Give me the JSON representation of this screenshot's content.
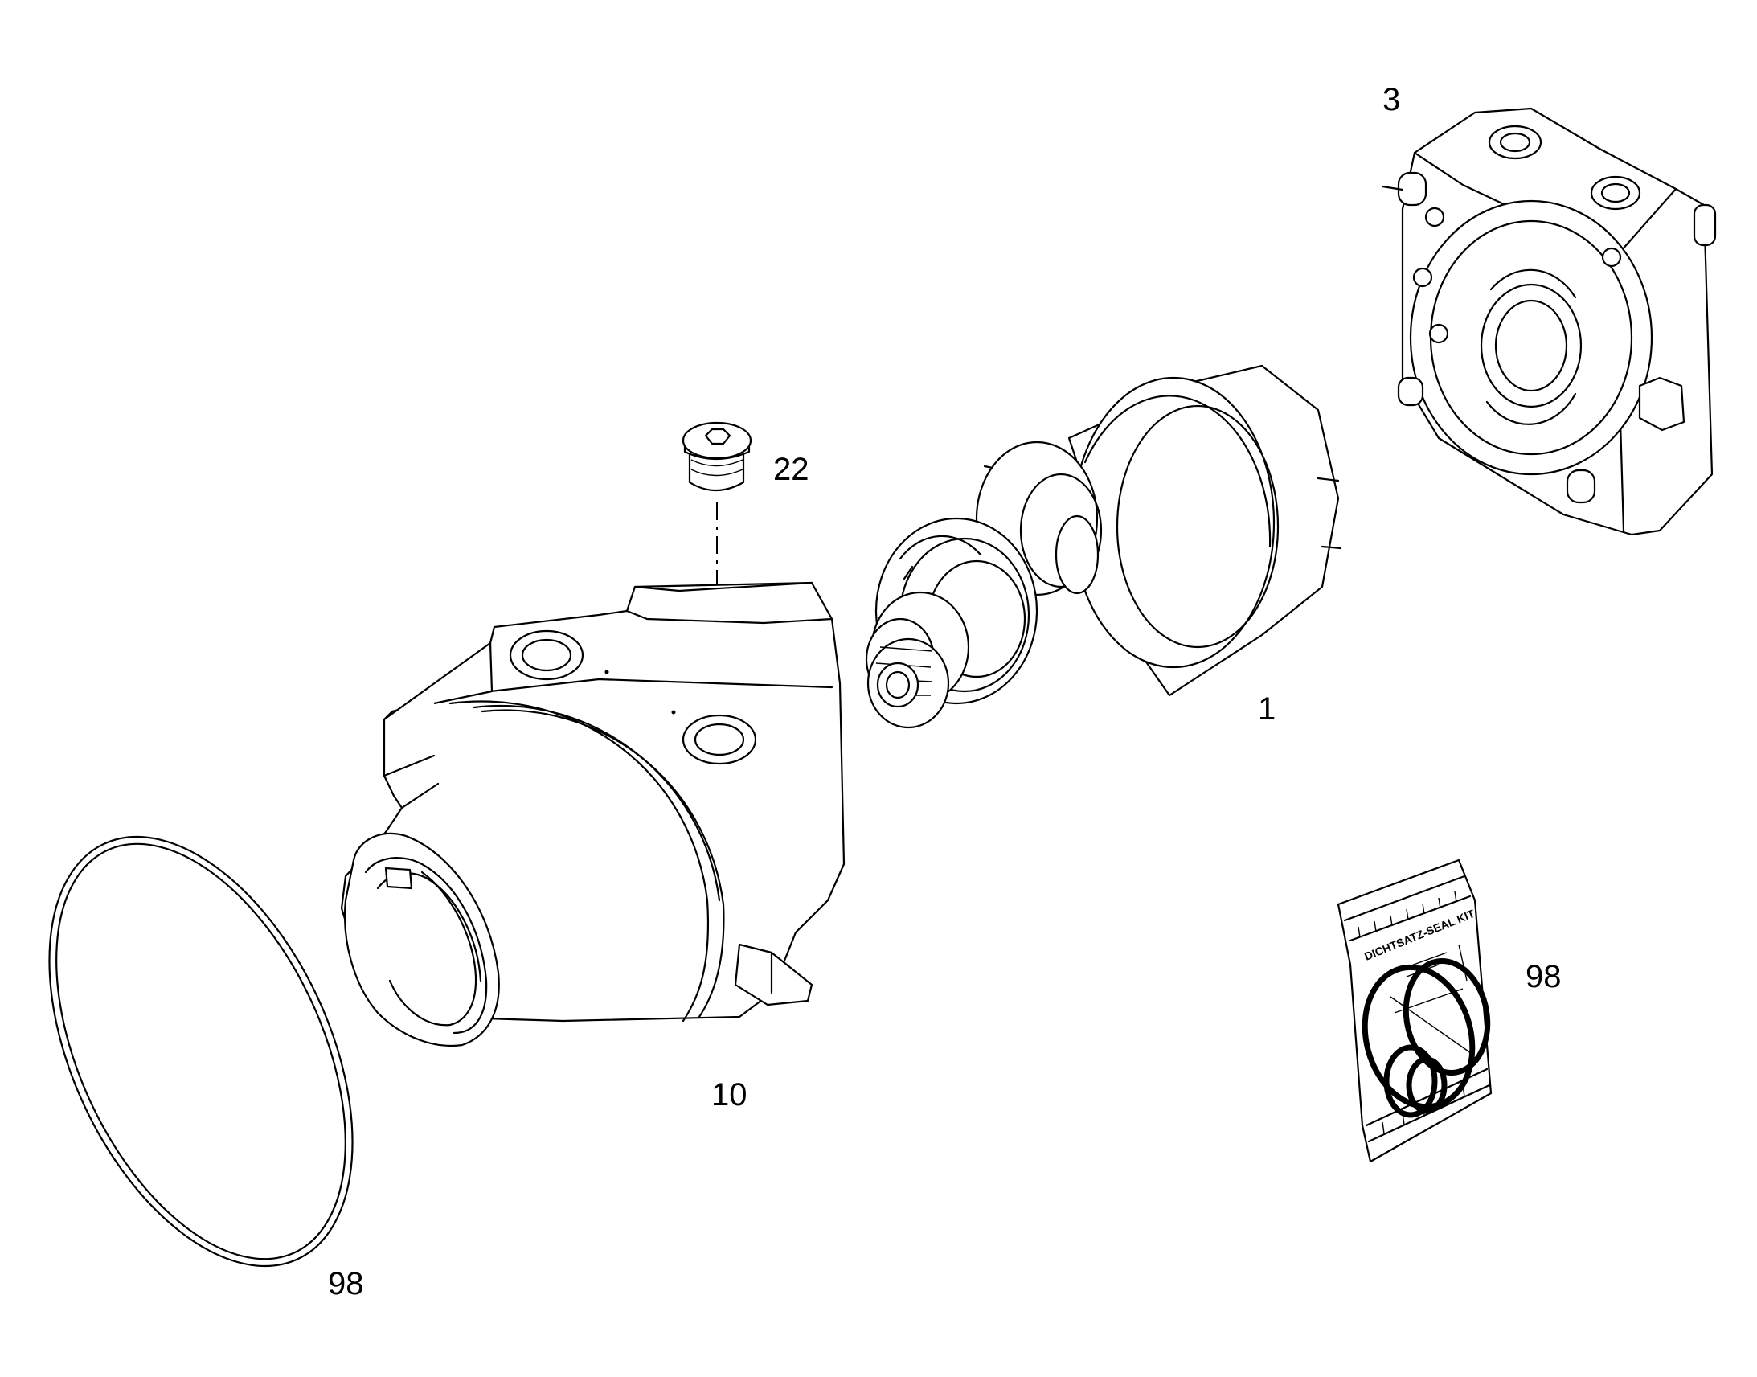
{
  "callouts": {
    "rotary_group": "1",
    "port_plate": "3",
    "housing": "10",
    "plug": "22",
    "o_ring": "98",
    "seal_kit": "98"
  },
  "seal_kit_text": "DICHTSATZ-SEAL KIT"
}
